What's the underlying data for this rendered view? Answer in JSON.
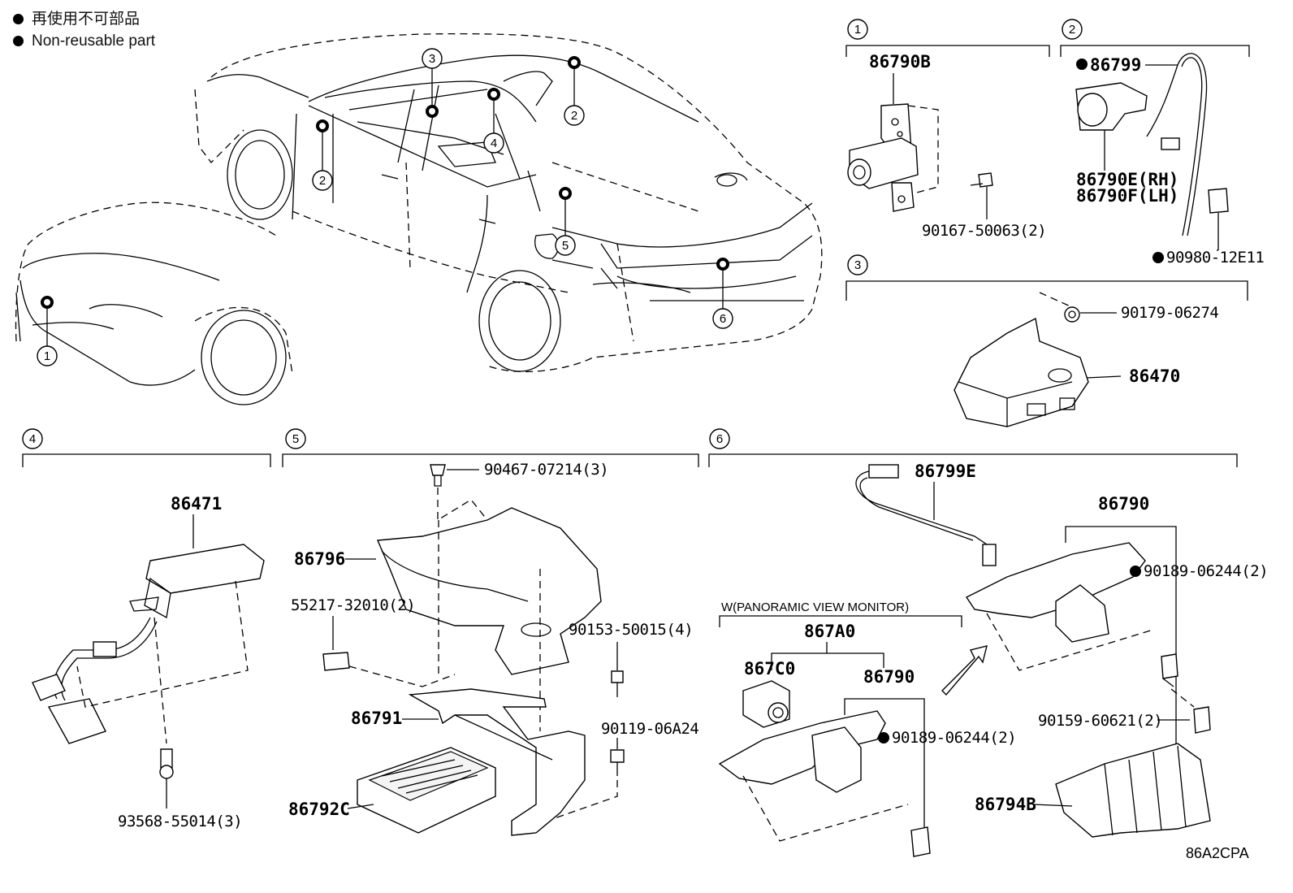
{
  "legend": {
    "line1": "再使用不可部品",
    "line2": "Non-reusable part"
  },
  "callouts": [
    "1",
    "2",
    "3",
    "4",
    "5",
    "6"
  ],
  "groups": {
    "g1": {
      "num": "1",
      "parts": [
        "86790B",
        "90167-50063(2)"
      ]
    },
    "g2": {
      "num": "2",
      "parts": [
        "86799",
        "86790E(RH)",
        "86790F(LH)",
        "90980-12E11"
      ]
    },
    "g3": {
      "num": "3",
      "parts": [
        "90179-06274",
        "86470"
      ]
    },
    "g4": {
      "num": "4",
      "parts": [
        "86471",
        "93568-55014(3)"
      ]
    },
    "g5": {
      "num": "5",
      "parts": [
        "90467-07214(3)",
        "86796",
        "55217-32010(2)",
        "90153-50015(4)",
        "86791",
        "90119-06A24",
        "86792C"
      ]
    },
    "g6": {
      "num": "6",
      "parts": [
        "86799E",
        "86790",
        "90189-06244(2)",
        "90159-60621(2)",
        "86794B"
      ],
      "sub_label": "W(PANORAMIC VIEW MONITOR)",
      "sub_parts": [
        "867A0",
        "867C0",
        "86790",
        "90189-06244(2)"
      ]
    }
  },
  "figure_id": "86A2CPA",
  "colors": {
    "line": "#000000",
    "background": "#ffffff"
  }
}
